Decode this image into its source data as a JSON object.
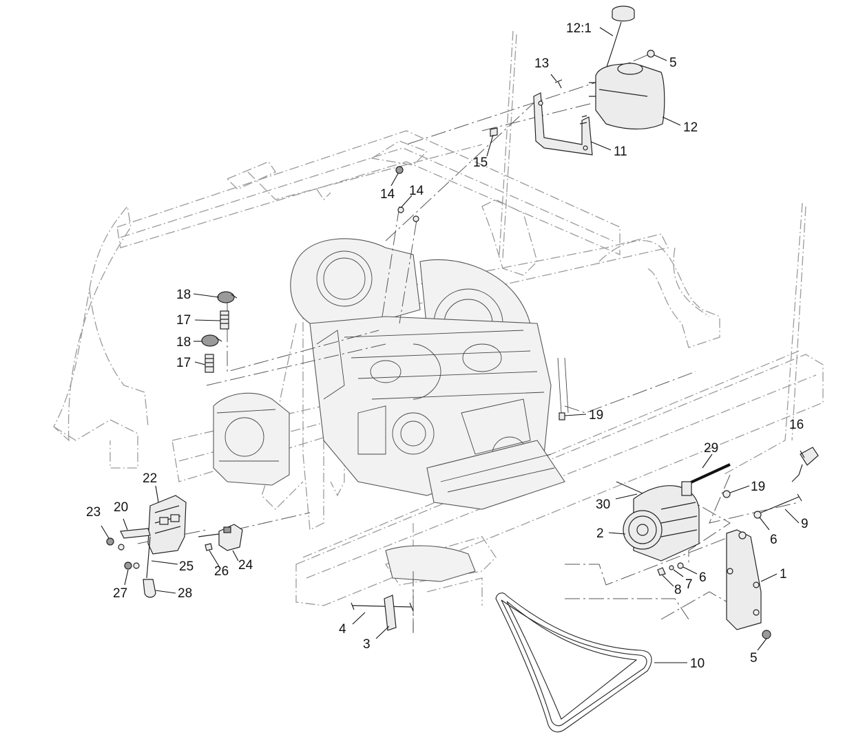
{
  "callouts": [
    {
      "id": "c12_1",
      "label": "12:1"
    },
    {
      "id": "c5a",
      "label": "5"
    },
    {
      "id": "c13",
      "label": "13"
    },
    {
      "id": "c12",
      "label": "12"
    },
    {
      "id": "c11",
      "label": "11"
    },
    {
      "id": "c15",
      "label": "15"
    },
    {
      "id": "c14a",
      "label": "14"
    },
    {
      "id": "c14b",
      "label": "14"
    },
    {
      "id": "c18a",
      "label": "18"
    },
    {
      "id": "c17a",
      "label": "17"
    },
    {
      "id": "c18b",
      "label": "18"
    },
    {
      "id": "c17b",
      "label": "17"
    },
    {
      "id": "c19a",
      "label": "19"
    },
    {
      "id": "c16",
      "label": "16"
    },
    {
      "id": "c29",
      "label": "29"
    },
    {
      "id": "c19b",
      "label": "19"
    },
    {
      "id": "c30",
      "label": "30"
    },
    {
      "id": "c9",
      "label": "9"
    },
    {
      "id": "c6a",
      "label": "6"
    },
    {
      "id": "c2",
      "label": "2"
    },
    {
      "id": "c6b",
      "label": "6"
    },
    {
      "id": "c7",
      "label": "7"
    },
    {
      "id": "c8",
      "label": "8"
    },
    {
      "id": "c1",
      "label": "1"
    },
    {
      "id": "c5b",
      "label": "5"
    },
    {
      "id": "c10",
      "label": "10"
    },
    {
      "id": "c4",
      "label": "4"
    },
    {
      "id": "c3",
      "label": "3"
    },
    {
      "id": "c22",
      "label": "22"
    },
    {
      "id": "c23",
      "label": "23"
    },
    {
      "id": "c20",
      "label": "20"
    },
    {
      "id": "c24",
      "label": "24"
    },
    {
      "id": "c25",
      "label": "25"
    },
    {
      "id": "c26",
      "label": "26"
    },
    {
      "id": "c27",
      "label": "27"
    },
    {
      "id": "c28",
      "label": "28"
    }
  ]
}
